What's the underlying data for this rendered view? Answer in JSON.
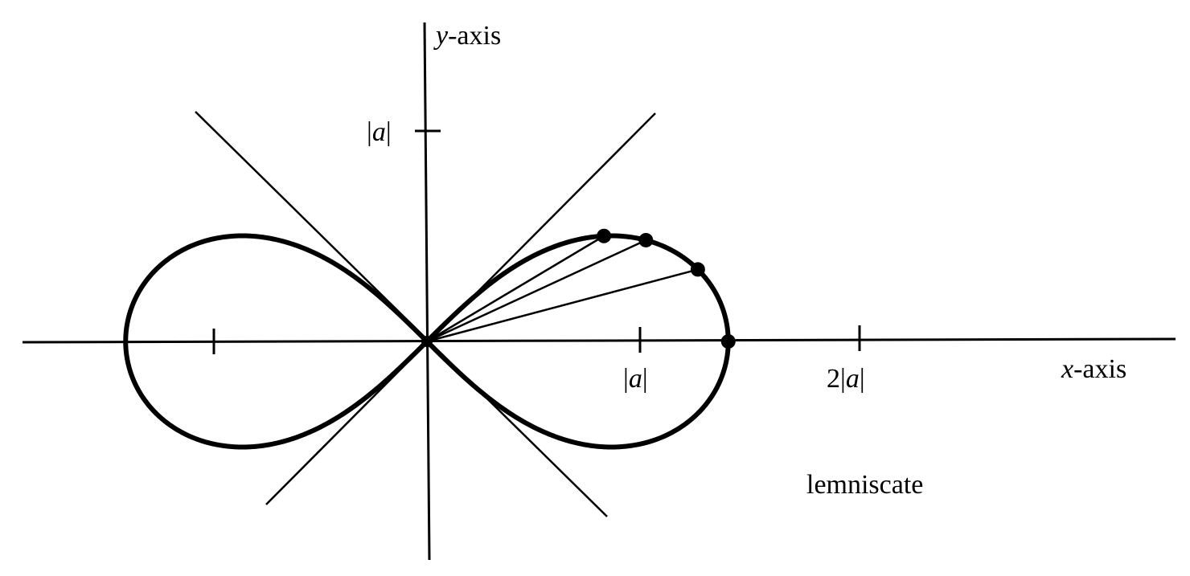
{
  "labels": {
    "y_axis_var": "y",
    "y_axis_word": "-axis",
    "x_axis_var": "x",
    "x_axis_word": "-axis",
    "a_symbol": "a",
    "two": "2",
    "caption": "lemniscate"
  },
  "diagram": {
    "type": "lemniscate of Bernoulli",
    "parameter_label": "|a|",
    "x_ticks": [
      -1,
      1,
      2
    ],
    "y_ticks": [
      1
    ],
    "x_tick_labels": [
      "|a|",
      "2|a|"
    ],
    "y_tick_labels": [
      "|a|"
    ],
    "asymptote_slopes": [
      1,
      -1
    ],
    "highlighted_point_angles_deg": [
      0,
      15,
      25,
      31
    ]
  }
}
